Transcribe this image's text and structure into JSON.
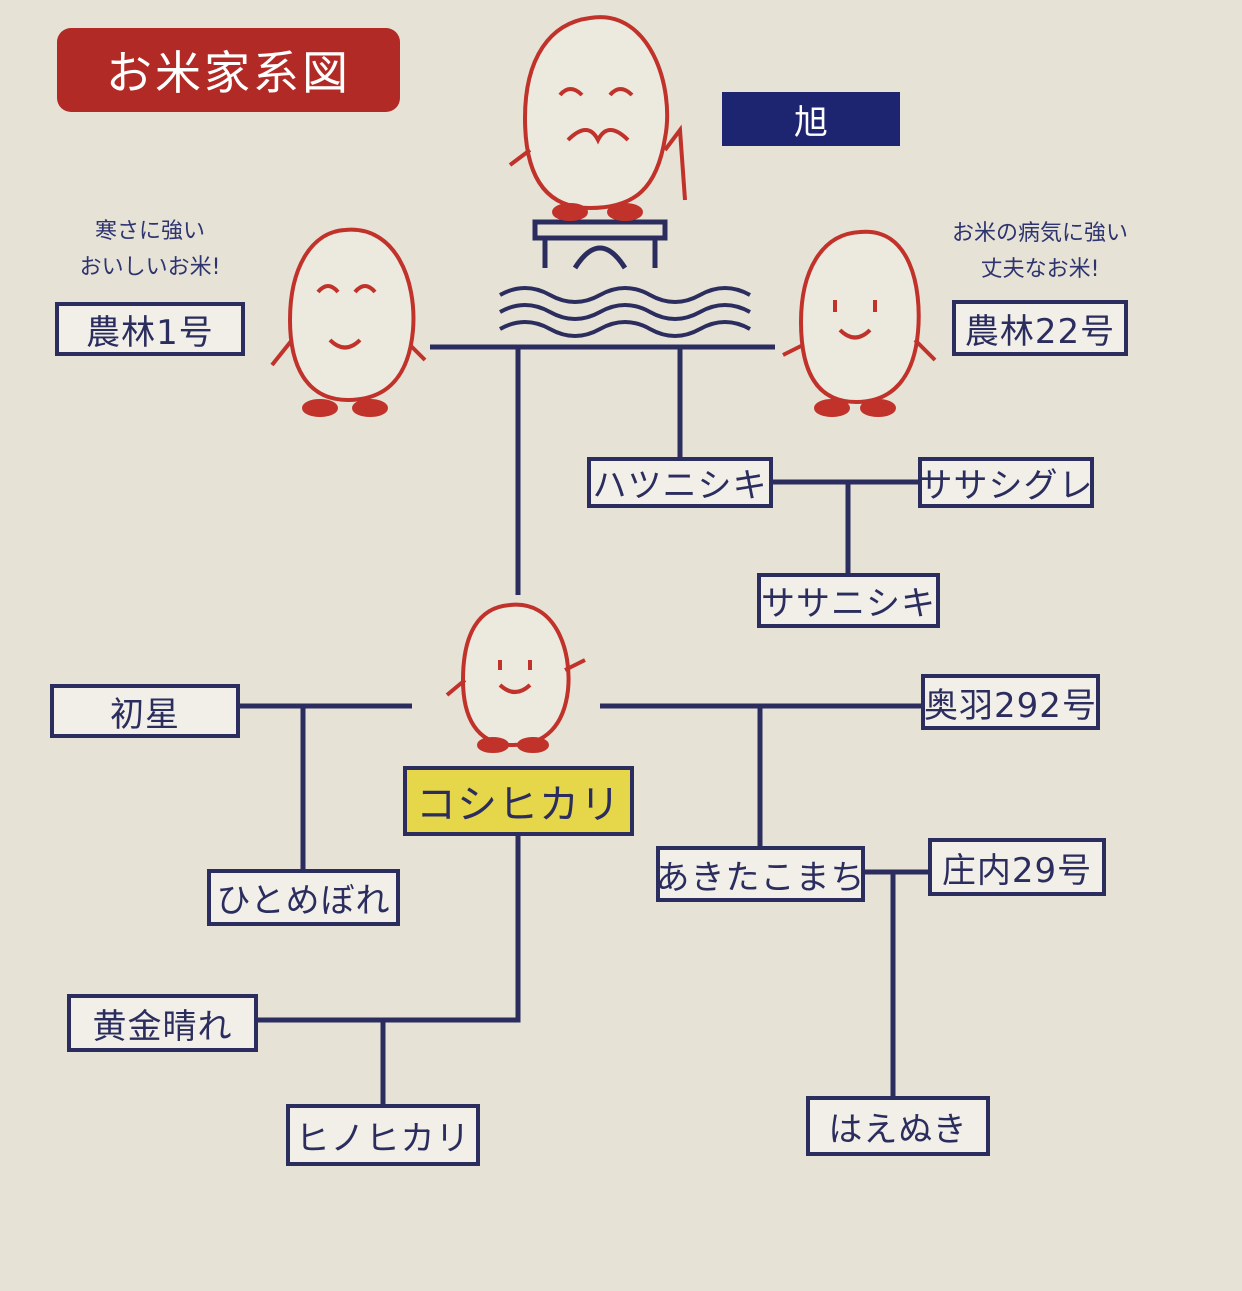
{
  "title": "お米家系図",
  "ancestor": "旭",
  "notes": {
    "left": [
      "寒さに強い",
      "おいしいお米!"
    ],
    "right": [
      "お米の病気に強い",
      "丈夫なお米!"
    ]
  },
  "varieties": {
    "norin1": "農林1号",
    "norin22": "農林22号",
    "hatsunishiki": "ハツニシキ",
    "sasashigure": "ササシグレ",
    "sasanishiki": "ササニシキ",
    "hatsuboshi": "初星",
    "ou292": "奥羽292号",
    "koshihikari": "コシヒカリ",
    "akitakomachi": "あきたこまち",
    "shonai29": "庄内29号",
    "hitomebore": "ひとめぼれ",
    "koganebare": "黄金晴れ",
    "hinohikari": "ヒノヒカリ",
    "haenuki": "はえぬき"
  },
  "colors": {
    "line": "#2b2d5e",
    "character": "#c0322a",
    "title_bg": "#b12a25",
    "highlight": "#e5d64a"
  }
}
